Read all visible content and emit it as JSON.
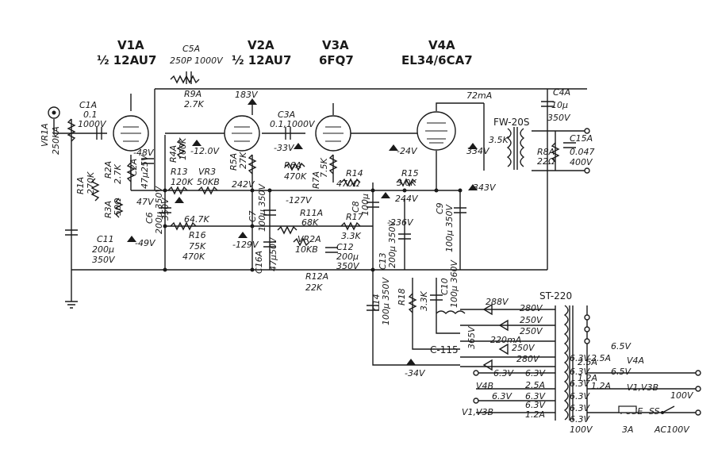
{
  "tubes": {
    "v1a": {
      "ref": "V1A",
      "type": "½ 12AU7"
    },
    "v2a": {
      "ref": "V2A",
      "type": "½ 12AU7"
    },
    "v3a": {
      "ref": "V3A",
      "type": "6FQ7"
    },
    "v4a": {
      "ref": "V4A",
      "type": "EL34/6CA7"
    }
  },
  "components": {
    "c5a": "C5A",
    "c5a_val": "250P 1000V",
    "r9a": "R9A",
    "r9a_val": "2.7K",
    "c1a": "C1A",
    "c1a_v1": "0.1",
    "c1a_v2": "1000V",
    "vr1a": "VR1A",
    "vr1a_val": "250KA",
    "r1a": "R1A",
    "r1a_val": "270K",
    "r2a": "R2A",
    "r2a_val": "2.7K",
    "c2a": "C2A",
    "c2a_val": "47μ25V",
    "r3a": "R3A",
    "r3a_val": "50Ω",
    "c6": "C6",
    "c6_val": "200μ 350V",
    "c11": "C11",
    "c11_v1": "200μ",
    "c11_v2": "350V",
    "r4a": "R4A",
    "r4a_val": "100K",
    "r13": "R13",
    "r13_val": "120K",
    "vr3": "VR3",
    "vr3_val": "50KB",
    "r16_val": "64.7K",
    "r16": "R16",
    "r16_v1": "75K",
    "r16_v2": "470K",
    "r5a": "R5A",
    "r5a_val": "27K",
    "c7": "C7",
    "c7_val": "100μ 350V",
    "c16a": "C16A",
    "c16a_val": "47μ50V",
    "c3a": "C3A",
    "c3a_val": "0.1,1000V",
    "r6a": "R6A",
    "r6a_val": "470K",
    "r7a": "R7A",
    "r7a_val": "7.5K",
    "r14": "R14",
    "r14_val": "470Ω",
    "r11a": "R11A",
    "r11a_val": "68K",
    "vr2a": "VR2A",
    "vr2a_val": "10KB",
    "r12a": "R12A",
    "r12a_val": "22K",
    "c8": "C8",
    "c8_val": "100μ",
    "r17": "R17",
    "r17_val": "3.3K",
    "c12": "C12",
    "c12_v1": "200μ",
    "c12_v2": "350V",
    "c13": "C13",
    "c13_val": "200μ 350V",
    "r15": "R15",
    "r15_val": "3.0K",
    "c9": "C9",
    "c9_val": "100μ 350V",
    "c4a": "C4A",
    "c4a_v1": "10μ",
    "c4a_v2": "350V",
    "ot": "FW-20S",
    "r8a": "R8A",
    "r8a_val": "22Ω",
    "r_35k": "3.5K",
    "c15a": "C15A",
    "c15a_v1": "0.047",
    "c15a_v2": "400V",
    "c14": "C14",
    "c14_val": "100μ 350V",
    "r18": "R18",
    "r18_val": "3.3K",
    "c10": "C10",
    "c10_val": "100μ 360V",
    "choke": "C-115",
    "pt": "ST-220"
  },
  "voltages": {
    "v183": "183V",
    "v48": "-48V",
    "v12": "-12.0V",
    "v33": "-33V",
    "v24": "-24V",
    "v334": "334V",
    "v343": "343V",
    "ma72": "72mA",
    "v47": "47V",
    "v350": "350V",
    "v242": "242V",
    "v127": "-127V",
    "v244": "244V",
    "v236": "-236V",
    "v49": "-49V",
    "v129": "-129V",
    "v288": "288V",
    "v365": "365V",
    "v34": "-34V",
    "ma220": "220mA"
  },
  "power": {
    "t280a": "280V",
    "t250a": "250V",
    "t250b": "250V",
    "t250c": "250V",
    "t280b": "280V",
    "t63a": "6.3V",
    "t63b": "6.3V",
    "t25a": "2.5A",
    "t63c": "6.3V",
    "t63d": "6.3V",
    "t63e": "6.3V",
    "t63f": "6.3V",
    "t12a": "1.2A",
    "t63g": "6.3V",
    "t63h": "6.3V",
    "t63i": "6.3V",
    "t25b": "2.5A",
    "t63j": "6.3V",
    "t12b": "1.2A",
    "t63k": "6.3V",
    "o65a": "6.5V",
    "o25": "2.5A",
    "o_v4a": "V4A",
    "o65b": "6.5V",
    "o12": "1.2A",
    "o_v1v3b": "V1,V3B",
    "o_v4b": "V4B",
    "o_v1v3b_l": "V1,V3B",
    "v100a": "100V",
    "fuse": "FUSE",
    "fuse_rating": "3A",
    "sw": "SS",
    "v100b": "100V",
    "ac": "AC100V"
  }
}
